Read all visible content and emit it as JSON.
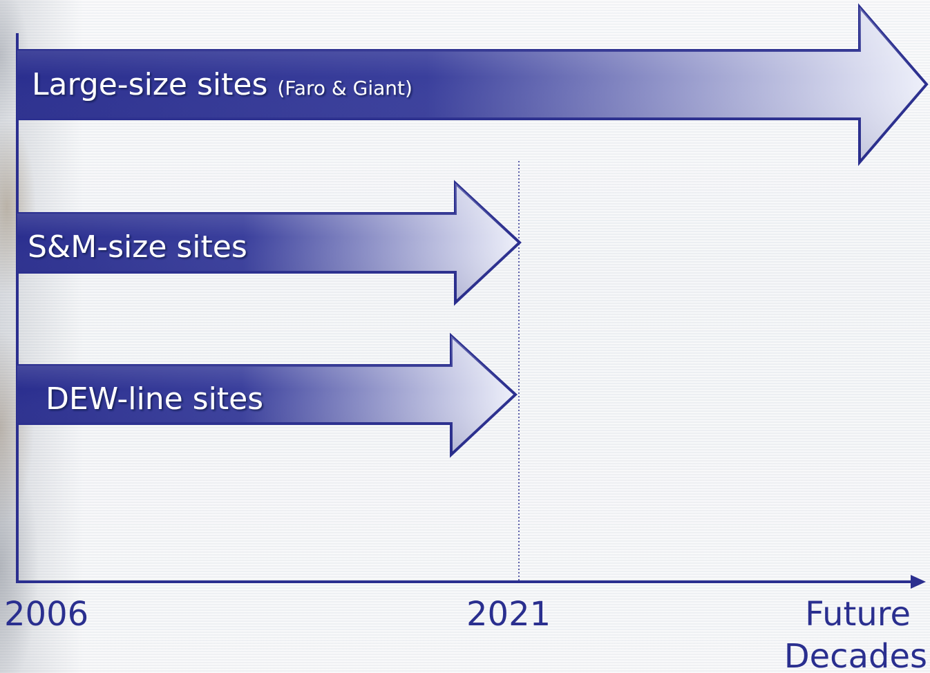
{
  "colors": {
    "arrow_dark": "#2b2f8f",
    "arrow_light": "#ffffff",
    "axis": "#2b2f8f",
    "text_on_arrow": "#ffffff",
    "axis_text": "#2a2f8f"
  },
  "arrows": [
    {
      "label": "Large-size sites",
      "sublabel": "(Faro & Giant)"
    },
    {
      "label": "S&M-size sites",
      "sublabel": ""
    },
    {
      "label": "DEW-line sites",
      "sublabel": ""
    }
  ],
  "timeline": {
    "start_label": "2006",
    "mid_label": "2021",
    "end_label_line1": "Future",
    "end_label_line2": "Decades"
  }
}
